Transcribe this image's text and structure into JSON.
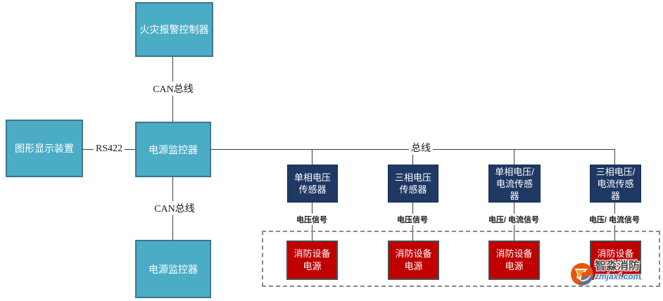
{
  "colors": {
    "node_cyan": "#4BACC6",
    "node_navy": "#1F3864",
    "node_red": "#C00000",
    "line": "#3d3d3d"
  },
  "nodes": {
    "fire_alarm_controller": {
      "label": "火灾报警控制器"
    },
    "graphic_display": {
      "label": "图形显示装置"
    },
    "power_monitor_top": {
      "label": "电源监控器"
    },
    "power_monitor_bottom": {
      "label": "电源监控器"
    },
    "sensors": [
      {
        "label": "单相电压\n传感器"
      },
      {
        "label": "三相电压\n传感器"
      },
      {
        "label": "单相电压/\n电流传感\n器"
      },
      {
        "label": "三相电压/\n电流传感\n器"
      }
    ],
    "power_supplies": [
      {
        "label": "消防设备\n电源"
      },
      {
        "label": "消防设备\n电源"
      },
      {
        "label": "消防设备\n电源"
      },
      {
        "label": "消防设备\n电源"
      }
    ]
  },
  "connection_labels": {
    "can_bus_top": "CAN总线",
    "rs422": "RS422",
    "can_bus_bottom": "CAN总线",
    "bus": "总线",
    "signals": [
      "电压信号",
      "电压信号",
      "电压/ 电流信号",
      "电压/ 电流信号"
    ]
  },
  "watermark": {
    "brand": "智淼消防",
    "url": "zmjaxf.com"
  }
}
